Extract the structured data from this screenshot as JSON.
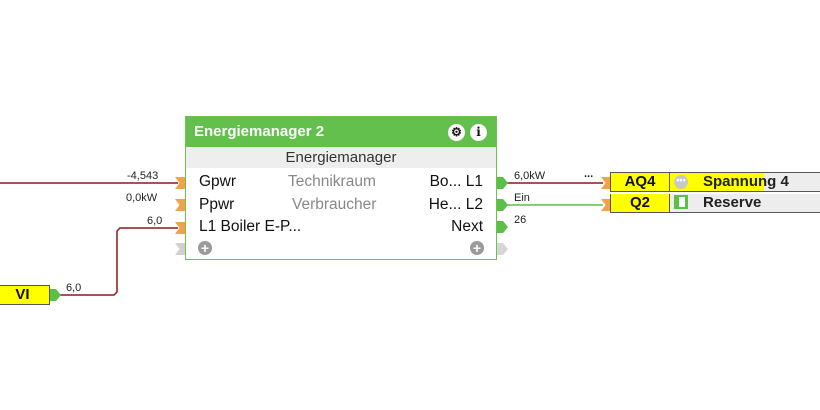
{
  "main_block": {
    "title": "Energiemanager 2",
    "type_label": "Energiemanager",
    "icons": [
      "gear-icon",
      "info-icon"
    ],
    "inputs": [
      {
        "label": "Gpwr",
        "value": "-4,543"
      },
      {
        "label": "Ppwr",
        "value": "0,0kW"
      },
      {
        "label": "L1 Boiler E-P...",
        "value": "6,0"
      }
    ],
    "middle": [
      "Technikraum",
      "Verbraucher"
    ],
    "outputs": [
      {
        "label": "Bo... L1",
        "value": "6,0kW"
      },
      {
        "label": "He... L2",
        "value": "Ein"
      },
      {
        "label": "Next",
        "value": "26"
      }
    ]
  },
  "left_blocks": [
    {
      "name": "VI",
      "value": "6,0"
    }
  ],
  "right_blocks": [
    {
      "name": "AQ4",
      "description": "Spannung 4",
      "icon": "more-icon",
      "fill_percent": 60,
      "marker": "..."
    },
    {
      "name": "Q2",
      "description": "Reserve",
      "icon": "toggle-on-icon"
    }
  ],
  "colors": {
    "header_green": "#63c04d",
    "wire_analog": "#8b1a1a",
    "wire_digital": "#5cbf48",
    "input_pin": "#f2a24a",
    "block_yellow": "#ffff00"
  }
}
